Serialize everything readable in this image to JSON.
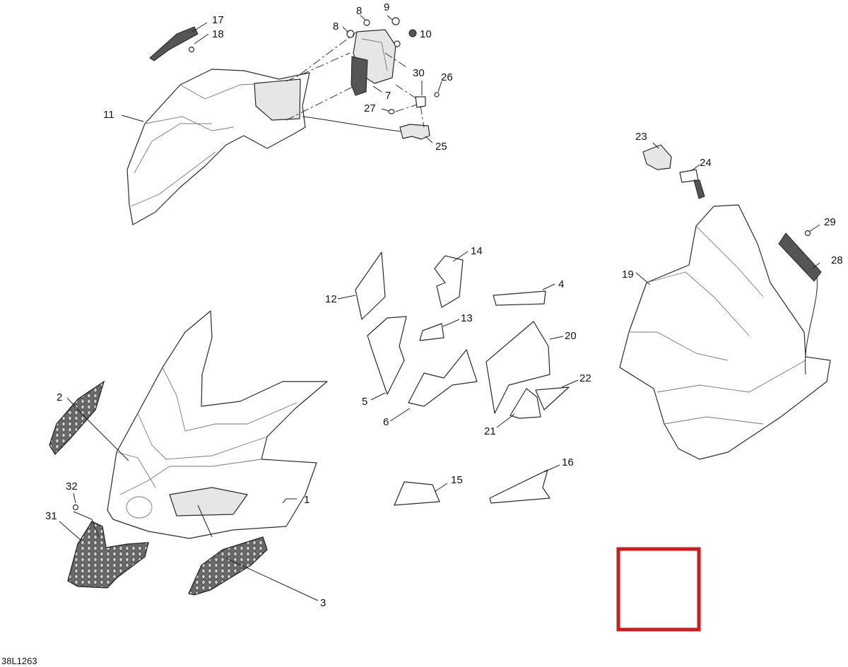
{
  "diagram": {
    "figure_reference": "38L1263",
    "highlight_color": "#d21a1a",
    "line_color": "#2a2a2a",
    "callouts": [
      {
        "id": "c1",
        "label": "1"
      },
      {
        "id": "c2",
        "label": "2"
      },
      {
        "id": "c3",
        "label": "3"
      },
      {
        "id": "c4",
        "label": "4"
      },
      {
        "id": "c5",
        "label": "5"
      },
      {
        "id": "c6",
        "label": "6"
      },
      {
        "id": "c7",
        "label": "7"
      },
      {
        "id": "c8a",
        "label": "8"
      },
      {
        "id": "c8b",
        "label": "8"
      },
      {
        "id": "c9",
        "label": "9"
      },
      {
        "id": "c10",
        "label": "10"
      },
      {
        "id": "c11",
        "label": "11"
      },
      {
        "id": "c12",
        "label": "12"
      },
      {
        "id": "c13",
        "label": "13"
      },
      {
        "id": "c14",
        "label": "14"
      },
      {
        "id": "c15",
        "label": "15"
      },
      {
        "id": "c16",
        "label": "16"
      },
      {
        "id": "c17",
        "label": "17"
      },
      {
        "id": "c18",
        "label": "18"
      },
      {
        "id": "c19",
        "label": "19"
      },
      {
        "id": "c20",
        "label": "20"
      },
      {
        "id": "c21",
        "label": "21"
      },
      {
        "id": "c22",
        "label": "22"
      },
      {
        "id": "c23",
        "label": "23"
      },
      {
        "id": "c24",
        "label": "24"
      },
      {
        "id": "c25",
        "label": "25"
      },
      {
        "id": "c26",
        "label": "26"
      },
      {
        "id": "c27",
        "label": "27"
      },
      {
        "id": "c28",
        "label": "28"
      },
      {
        "id": "c29",
        "label": "29"
      },
      {
        "id": "c30",
        "label": "30"
      },
      {
        "id": "c31",
        "label": "31"
      },
      {
        "id": "c32",
        "label": "32"
      }
    ]
  }
}
